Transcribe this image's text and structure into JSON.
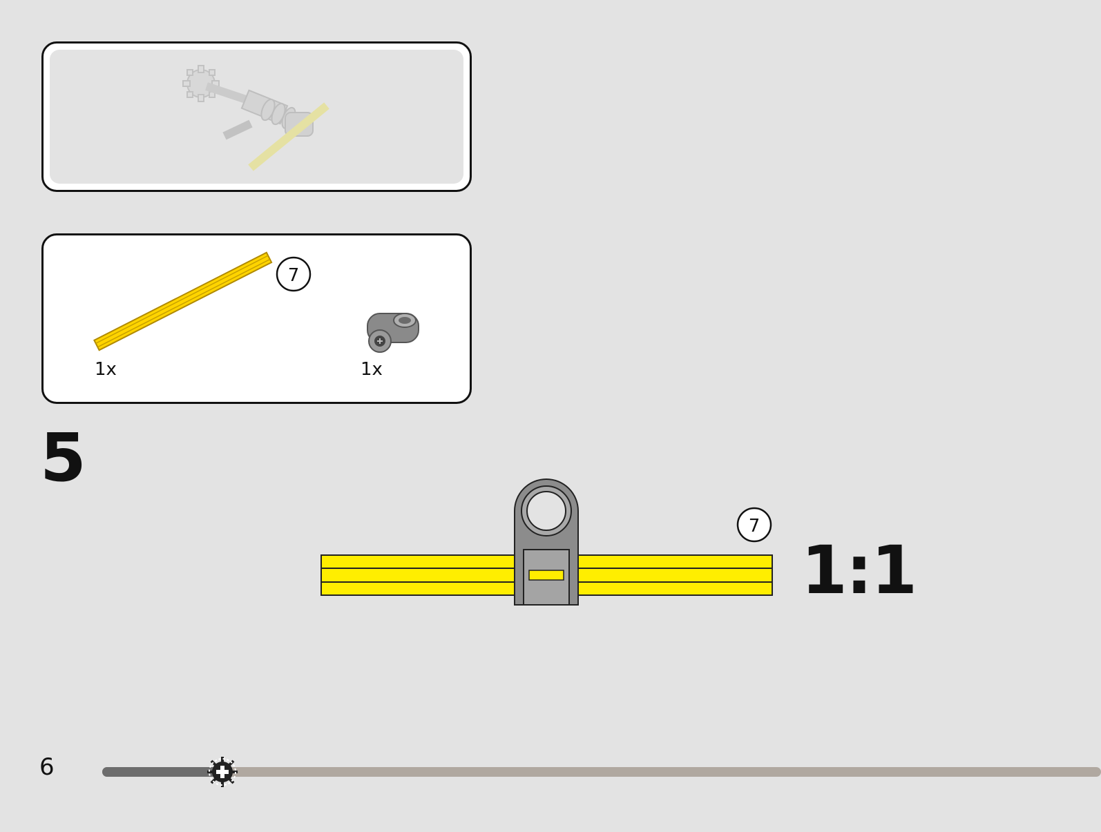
{
  "page": {
    "number": "6"
  },
  "previous_step_panel": {
    "image": "previous-assembly-preview"
  },
  "parts_list": {
    "items": [
      {
        "name": "yellow-axle-7",
        "length_label": "7",
        "qty": "1x"
      },
      {
        "name": "gray-cross-axle-connector",
        "qty": "1x"
      }
    ]
  },
  "step": {
    "number": "5",
    "axle_length_label": "7",
    "scale": "1:1"
  },
  "progress": {
    "fraction": 0.117
  },
  "colors": {
    "axle_yellow": "#ffee00",
    "connector_gray": "#8c8c8c",
    "background": "#e3e3e3",
    "progress_fill": "#6d6d6d",
    "progress_track": "#b0a8a0"
  }
}
